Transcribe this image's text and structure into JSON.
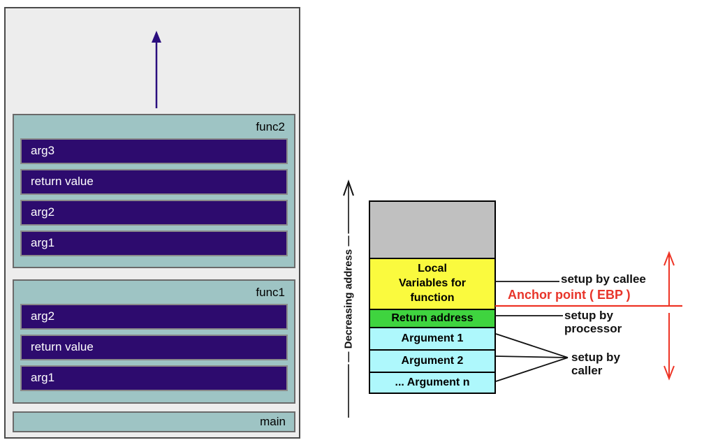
{
  "left_panel": {
    "frames": [
      {
        "label": "func2",
        "slots": [
          "arg3",
          "return value",
          "arg2",
          "arg1"
        ]
      },
      {
        "label": "func1",
        "slots": [
          "arg2",
          "return value",
          "arg1"
        ]
      }
    ],
    "base_frame_label": "main"
  },
  "stack_diagram": {
    "axis_label": "— Decreasing address —",
    "locals_lines": [
      "Local",
      "Variables for",
      "function"
    ],
    "return_label": "Return address",
    "args": [
      "Argument 1",
      "Argument 2",
      "... Argument n"
    ]
  },
  "annotations": {
    "setup_by_callee": "setup by callee",
    "anchor_point": "Anchor point ( EBP )",
    "setup_by_processor_line1": "setup by",
    "setup_by_processor_line2": "processor",
    "setup_by_caller_line1": "setup by",
    "setup_by_caller_line2": "caller"
  },
  "colors": {
    "panel_bg": "#ededed",
    "frame_teal": "#9ec4c4",
    "slot_navy": "#2d0b6e",
    "arrow_navy": "#2a0e7e",
    "cell_gray": "#c0c0c0",
    "cell_yellow": "#fafa3e",
    "cell_green": "#3fd43f",
    "cell_cyan": "#aef8fc",
    "accent_red": "#ee3425"
  }
}
